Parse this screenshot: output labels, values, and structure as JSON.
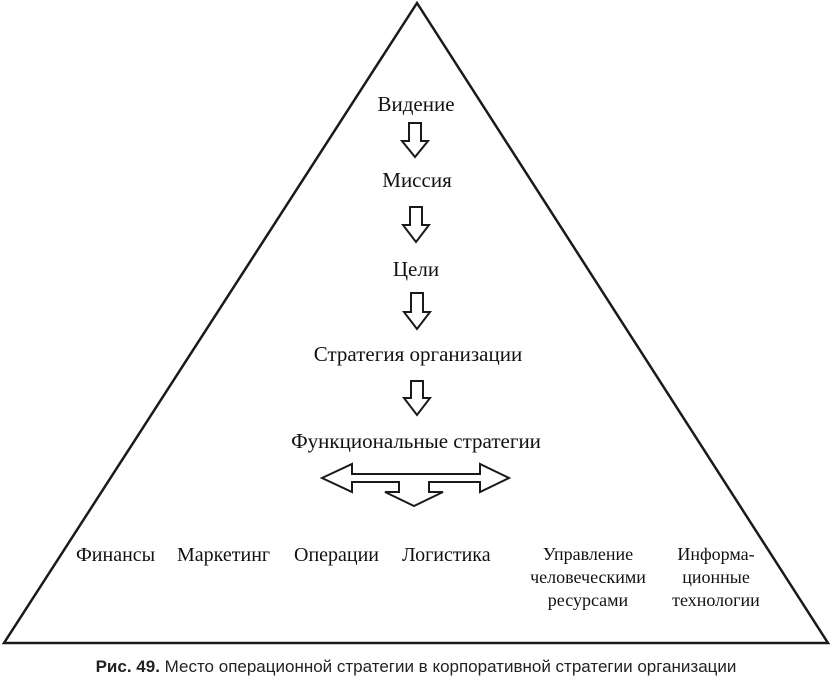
{
  "levels": [
    "Видение",
    "Миссия",
    "Цели",
    "Стратегия организации",
    "Функциональные стратегии"
  ],
  "functions": {
    "finance": "Финансы",
    "marketing": "Маркетинг",
    "operations": "Операции",
    "logistics": "Логистика",
    "hr": [
      "Управление",
      "человеческими",
      "ресурсами"
    ],
    "it": [
      "Информа-",
      "ционные",
      "технологии"
    ]
  },
  "caption": {
    "number": "Рис. 49.",
    "text": "Место операционной стратегии в корпоративной стратегии организации"
  }
}
